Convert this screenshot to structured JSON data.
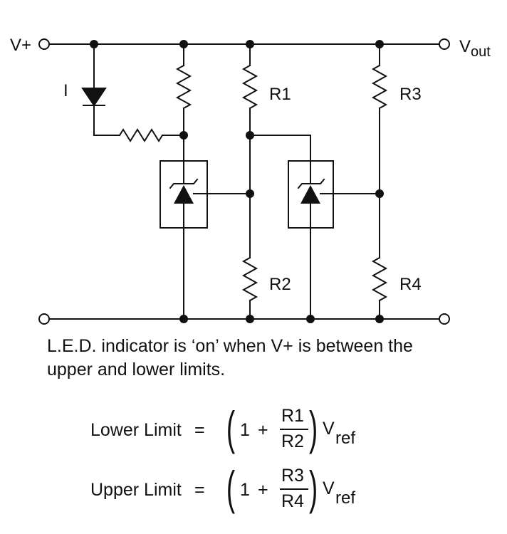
{
  "labels": {
    "vplus": "V+",
    "vout_main": "V",
    "vout_sub": "out",
    "current": "I",
    "r1": "R1",
    "r2": "R2",
    "r3": "R3",
    "r4": "R4"
  },
  "caption": {
    "line1": "L.E.D. indicator is ‘on’ when V+ is between the",
    "line2": "upper and lower limits."
  },
  "formulas": {
    "lower": {
      "name": "Lower Limit",
      "equals": "=",
      "one": "1",
      "plus": "+",
      "numerator": "R1",
      "denominator": "R2",
      "ref_main": "V",
      "ref_sub": "ref"
    },
    "upper": {
      "name": "Upper Limit",
      "equals": "=",
      "one": "1",
      "plus": "+",
      "numerator": "R3",
      "denominator": "R4",
      "ref_main": "V",
      "ref_sub": "ref"
    }
  }
}
